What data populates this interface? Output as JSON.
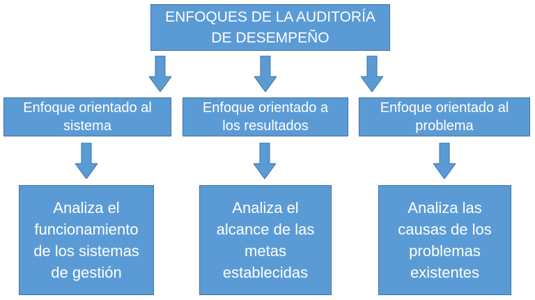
{
  "diagram": {
    "root": {
      "label": "ENFOQUES DE LA AUDITORÍA\nDE DESEMPEÑO"
    },
    "approaches": [
      {
        "label": "Enfoque orientado al\nsistema",
        "description": "Analiza el\nfuncionamiento\nde los sistemas\nde gestión"
      },
      {
        "label": "Enfoque orientado a\nlos resultados",
        "description": "Analiza el\nalcance de las\nmetas\nestablecidas"
      },
      {
        "label": "Enfoque orientado al\nproblema",
        "description": "Analiza las\ncausas de los\nproblemas\nexistentes"
      }
    ],
    "colors": {
      "box_fill": "#5b9bd5",
      "box_border": "#41719c",
      "text": "#ffffff"
    }
  }
}
